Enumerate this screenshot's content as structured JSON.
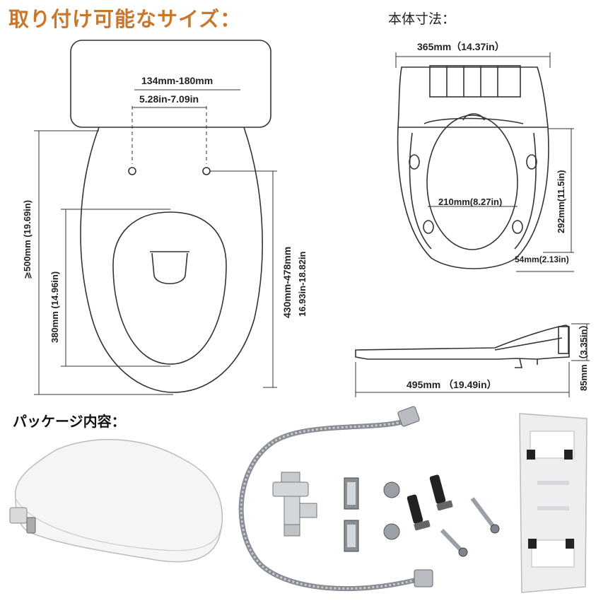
{
  "titles": {
    "mount_size": "取り付け可能なサイズ：",
    "body_size": "本体寸法：",
    "package": "パッケージ内容："
  },
  "mount_dims": {
    "bolt_spacing_mm": "134mm-180mm",
    "bolt_spacing_in": "5.28in-7.09in",
    "total_length": "⩾500mm (19.69in)",
    "bowl_length": "380mm (14.96in)",
    "bolt_to_front_mm": "430mm-478mm",
    "bolt_to_front_in": "16.93in-18.82in"
  },
  "body_dims": {
    "width": "365mm（14.37in）",
    "opening_width": "210mm(8.27in)",
    "opening_depth": "292mm(11.5in)",
    "rear_offset": "54mm(2.13in)",
    "length": "495mm （19.49in）",
    "height": "85mm（3.35in）"
  },
  "colors": {
    "title_accent": "#c7782c",
    "line": "#333333",
    "steel": "#8a8f96"
  }
}
